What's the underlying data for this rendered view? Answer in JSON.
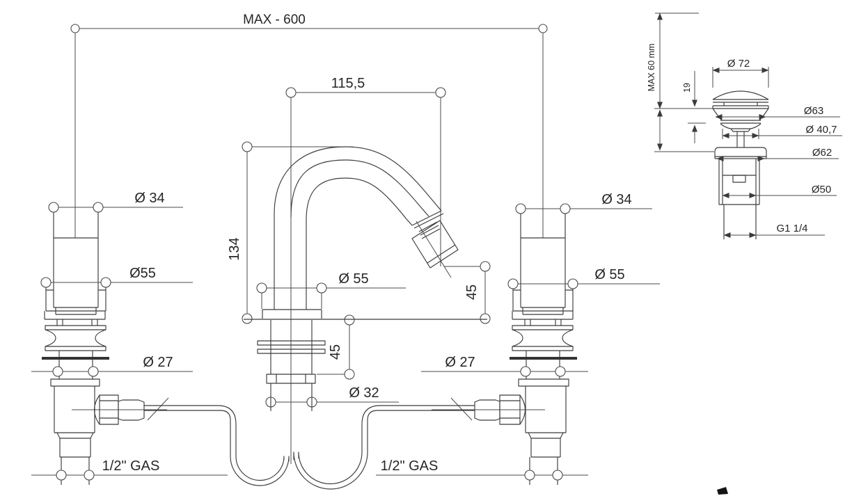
{
  "app": {
    "background": "#ffffff",
    "line_color": "#3b3b3b",
    "text_color": "#262626"
  },
  "main_view": {
    "overall_width_label": "MAX - 600",
    "spout": {
      "reach": "115,5",
      "height": "134",
      "base_diameter": "Ø 55",
      "outlet_height": "45",
      "shank_length": "45",
      "shank_diameter": "Ø 32"
    },
    "left_valve": {
      "handle_diameter": "Ø 34",
      "base_diameter": "Ø55",
      "shank_diameter": "Ø 27",
      "connection_thread": "1/2\" GAS"
    },
    "right_valve": {
      "handle_diameter": "Ø 34",
      "base_diameter": "Ø 55",
      "shank_diameter": "Ø 27",
      "connection_thread": "1/2\" GAS"
    }
  },
  "drain_detail": {
    "max_height": "MAX 60 mm",
    "cap_lip_height": "19",
    "cap_diameter": "Ø 72",
    "flange_diameter": "Ø63",
    "neck_diameter": "Ø 40,7",
    "base_flange_diameter": "Ø62",
    "body_diameter": "Ø50",
    "waste_thread": "G1 1/4"
  }
}
